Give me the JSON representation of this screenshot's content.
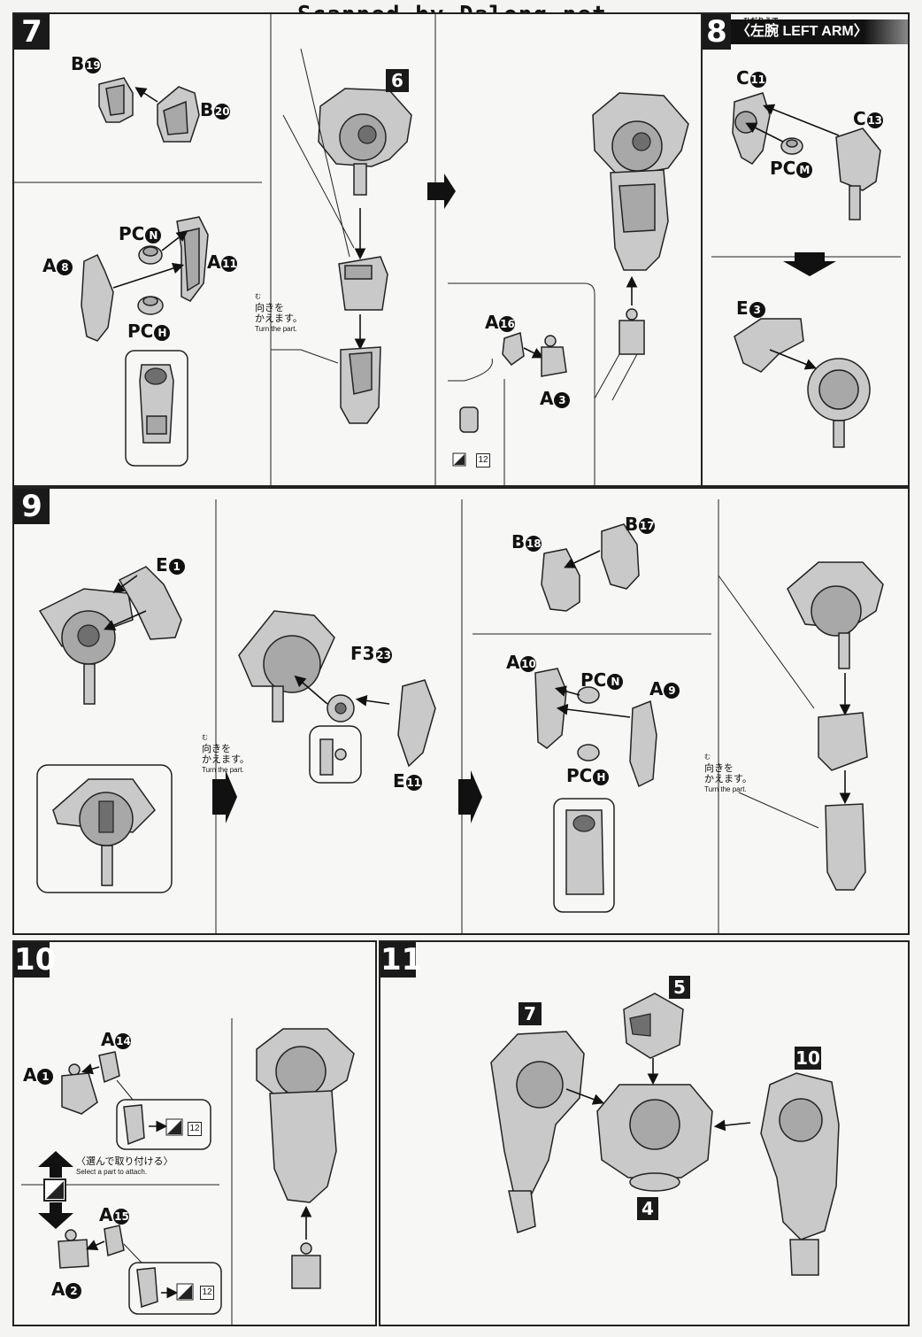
{
  "watermark": "Scanned by Dalong.net",
  "steps": {
    "s7": "7",
    "s8": "8",
    "s9": "9",
    "s10": "10",
    "s11": "11"
  },
  "arm_title": {
    "ruby": "ひだりうで",
    "text": "〈左腕 LEFT ARM〉"
  },
  "refs": {
    "r6": "6",
    "r7": "7",
    "r5": "5",
    "r10": "10",
    "r4": "4"
  },
  "turn_note": {
    "jp_ruby": "む",
    "jp1": "向きを",
    "jp2": "かえます。",
    "en": "Turn the part."
  },
  "select_note": {
    "jp": "〈選んで取り付ける〉",
    "en": "Select a part to attach."
  },
  "box12": "12",
  "labels": {
    "s7_b19": {
      "letter": "B",
      "num": "19"
    },
    "s7_b20": {
      "letter": "B",
      "num": "20"
    },
    "s7_pcn": {
      "letter": "PC",
      "num": "N"
    },
    "s7_a11": {
      "letter": "A",
      "num": "11"
    },
    "s7_a8": {
      "letter": "A",
      "num": "8"
    },
    "s7_pch": {
      "letter": "PC",
      "num": "H"
    },
    "s7_a16": {
      "letter": "A",
      "num": "16"
    },
    "s7_a3": {
      "letter": "A",
      "num": "3"
    },
    "s8_c11": {
      "letter": "C",
      "num": "11"
    },
    "s8_c13": {
      "letter": "C",
      "num": "13"
    },
    "s8_pcm": {
      "letter": "PC",
      "num": "M"
    },
    "s8_e3": {
      "letter": "E",
      "num": "3"
    },
    "s9_e1": {
      "letter": "E",
      "num": "1"
    },
    "s9_f3": {
      "letter": "F3",
      "num": "23"
    },
    "s9_e11": {
      "letter": "E",
      "num": "11"
    },
    "s9_b18": {
      "letter": "B",
      "num": "18"
    },
    "s9_b17": {
      "letter": "B",
      "num": "17"
    },
    "s9_a10": {
      "letter": "A",
      "num": "10"
    },
    "s9_pcn": {
      "letter": "PC",
      "num": "N"
    },
    "s9_a9": {
      "letter": "A",
      "num": "9"
    },
    "s9_pch": {
      "letter": "PC",
      "num": "H"
    },
    "s10_a14": {
      "letter": "A",
      "num": "14"
    },
    "s10_a1": {
      "letter": "A",
      "num": "1"
    },
    "s10_a15": {
      "letter": "A",
      "num": "15"
    },
    "s10_a2": {
      "letter": "A",
      "num": "2"
    }
  }
}
